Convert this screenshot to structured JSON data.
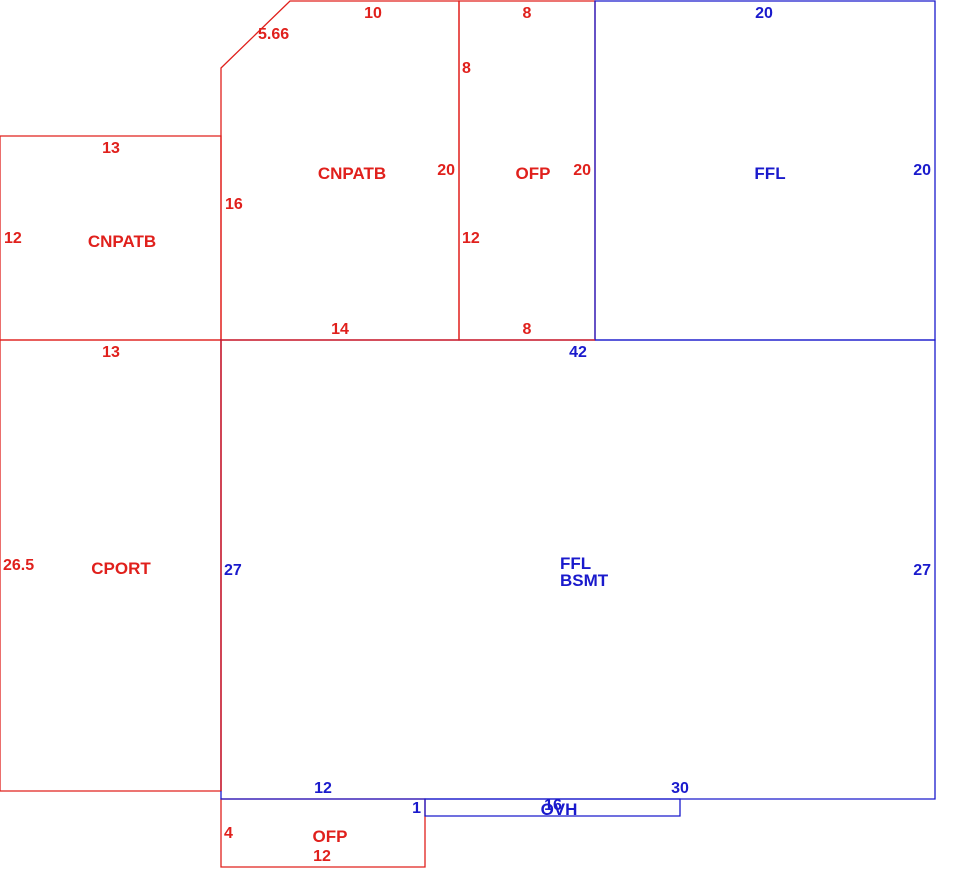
{
  "colors": {
    "red": "#e0201c",
    "blue": "#1a1acc"
  },
  "areas": {
    "cnpatb_left": "CNPATB",
    "cnpatb_main": "CNPATB",
    "ofp_top": "OFP",
    "ffl_top": "FFL",
    "cport": "CPORT",
    "ffl_main_line1": "FFL",
    "ffl_main_line2": "BSMT",
    "ofp_bottom": "OFP",
    "ovh": "OVH"
  },
  "dimensions": {
    "cnpatb_left_top": "13",
    "cnpatb_left_left": "12",
    "cnpatb_main_top": "10",
    "cnpatb_main_diag": "5.66",
    "cnpatb_main_left": "16",
    "cnpatb_main_right": "20",
    "cnpatb_main_bottom": "14",
    "ofp_top_top": "8",
    "ofp_top_left_a": "8",
    "ofp_top_left_b": "12",
    "ofp_top_right": "20",
    "ofp_top_bottom": "8",
    "ffl_top_top": "20",
    "ffl_top_right": "20",
    "cport_top": "13",
    "cport_left": "26.5",
    "ffl_main_top": "42",
    "ffl_main_left": "27",
    "ffl_main_right": "27",
    "ffl_main_bottom_a": "12",
    "ffl_main_bottom_b": "30",
    "ofp_bottom_left": "4",
    "ofp_bottom_bottom": "12",
    "ovh_left": "1",
    "ovh_top": "16"
  }
}
